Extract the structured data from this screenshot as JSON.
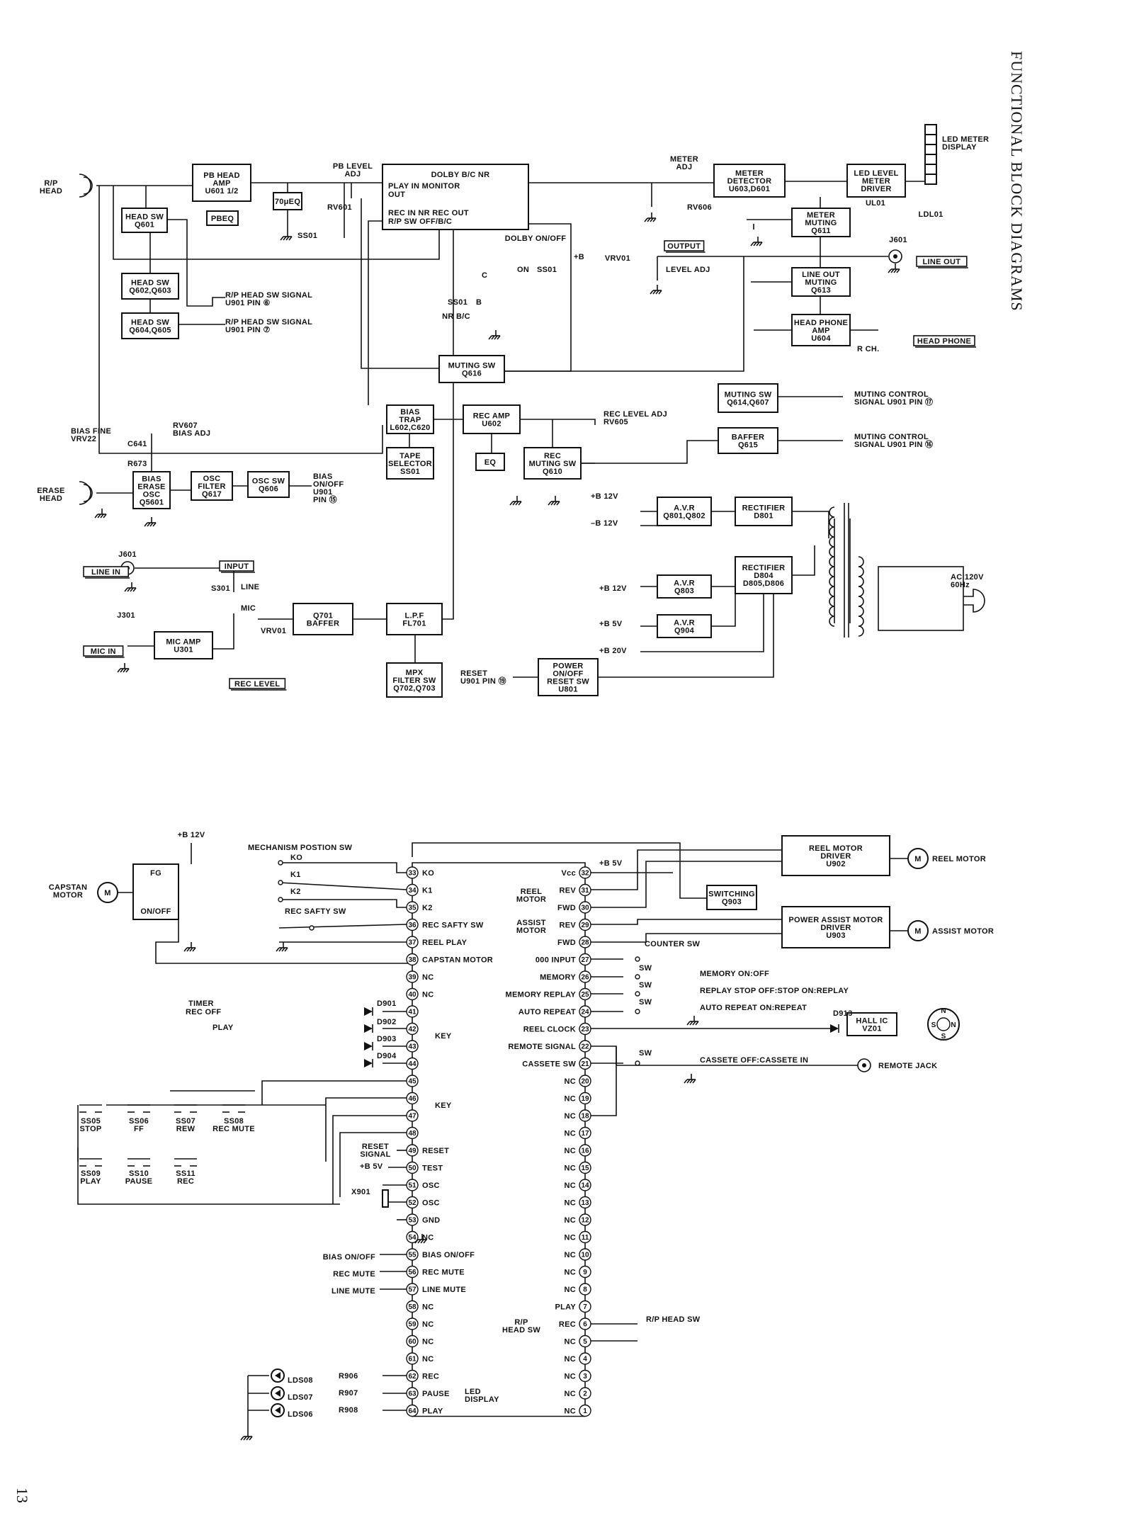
{
  "page": {
    "title": "FUNCTIONAL BLOCK DIAGRAMS",
    "page_number": "13"
  },
  "top": {
    "blocks": [
      {
        "id": "pbamp",
        "lines": [
          "PB HEAD",
          "AMP",
          "U601 1/2"
        ]
      },
      {
        "id": "pbeq",
        "lines": [
          "PBEQ"
        ]
      },
      {
        "id": "eq70",
        "lines": [
          "70μEQ"
        ]
      },
      {
        "id": "dolby",
        "lines": [
          "DOLBY   B/C NR",
          "PLAY IN          MONITOR",
          "                        OUT",
          "REC IN      NR      REC OUT",
          "R/P SW   OFF/B/C"
        ]
      },
      {
        "id": "headsw601",
        "lines": [
          "HEAD SW",
          "Q601"
        ]
      },
      {
        "id": "headsw602",
        "lines": [
          "HEAD SW",
          "Q602,Q603"
        ]
      },
      {
        "id": "headsw604",
        "lines": [
          "HEAD SW",
          "Q604,Q605"
        ]
      },
      {
        "id": "muting616",
        "lines": [
          "MUTING SW",
          "Q616"
        ]
      },
      {
        "id": "meterdet",
        "lines": [
          "METER",
          "DETECTOR",
          "U603,D601"
        ]
      },
      {
        "id": "ledlevel",
        "lines": [
          "LED LEVEL",
          "METER",
          "DRIVER"
        ]
      },
      {
        "id": "metermute",
        "lines": [
          "METER",
          "MUTING",
          "Q611"
        ]
      },
      {
        "id": "lineoutmute",
        "lines": [
          "LINE OUT",
          "MUTING",
          "Q613"
        ]
      },
      {
        "id": "hpamp",
        "lines": [
          "HEAD PHONE",
          "AMP",
          "U604"
        ]
      },
      {
        "id": "muting614",
        "lines": [
          "MUTING SW",
          "Q614,Q607"
        ]
      },
      {
        "id": "baffer615",
        "lines": [
          "BAFFER",
          "Q615"
        ]
      },
      {
        "id": "biastrap",
        "lines": [
          "BIAS",
          "TRAP",
          "L602,C620"
        ]
      },
      {
        "id": "recamp",
        "lines": [
          "REC AMP",
          "U602"
        ]
      },
      {
        "id": "tapesel",
        "lines": [
          "TAPE",
          "SELECTOR",
          "SS01"
        ]
      },
      {
        "id": "eq",
        "lines": [
          "EQ"
        ]
      },
      {
        "id": "recmute",
        "lines": [
          "REC",
          "MUTING SW",
          "Q610"
        ]
      },
      {
        "id": "biasosc",
        "lines": [
          "BIAS",
          "ERASE",
          "OSC",
          "Q5601"
        ]
      },
      {
        "id": "oscfilter",
        "lines": [
          "OSC",
          "FILTER",
          "Q617"
        ]
      },
      {
        "id": "oscsw",
        "lines": [
          "OSC SW",
          "Q606"
        ]
      },
      {
        "id": "avr801",
        "lines": [
          "A.V.R",
          "Q801,Q802"
        ]
      },
      {
        "id": "rect801",
        "lines": [
          "RECTIFIER",
          "D801"
        ]
      },
      {
        "id": "avr803",
        "lines": [
          "A.V.R",
          "Q803"
        ]
      },
      {
        "id": "rect804",
        "lines": [
          "RECTIFIER",
          "D804",
          "D805,D806"
        ]
      },
      {
        "id": "avr904",
        "lines": [
          "A.V.R",
          "Q904"
        ]
      },
      {
        "id": "power",
        "lines": [
          "POWER",
          "ON/OFF",
          "RESET SW",
          "U801"
        ]
      },
      {
        "id": "micamp",
        "lines": [
          "MIC AMP",
          "U301"
        ]
      },
      {
        "id": "baffer701",
        "lines": [
          "Q701",
          "BAFFER"
        ]
      },
      {
        "id": "lpf",
        "lines": [
          "L.P.F",
          "FL701"
        ]
      },
      {
        "id": "mpx",
        "lines": [
          "MPX",
          "FILTER SW",
          "Q702,Q703"
        ]
      }
    ],
    "labels": [
      {
        "id": "rphead",
        "lines": [
          "R/P",
          "HEAD"
        ]
      },
      {
        "id": "erasehead",
        "lines": [
          "ERASE",
          "HEAD"
        ]
      },
      {
        "id": "pblevel",
        "lines": [
          "PB LEVEL",
          "ADJ"
        ]
      },
      {
        "id": "rv601",
        "lines": [
          "RV601"
        ]
      },
      {
        "id": "ss01a",
        "lines": [
          "SS01"
        ]
      },
      {
        "id": "ledmeter",
        "lines": [
          "LED METER",
          "DISPLAY"
        ]
      },
      {
        "id": "meteradj",
        "lines": [
          "METER",
          "ADJ"
        ]
      },
      {
        "id": "rv606",
        "lines": [
          "RV606"
        ]
      },
      {
        "id": "ul01",
        "lines": [
          "UL01"
        ]
      },
      {
        "id": "ld01",
        "lines": [
          "LDL01"
        ]
      },
      {
        "id": "j601a",
        "lines": [
          "J601"
        ]
      },
      {
        "id": "vrv01",
        "lines": [
          "VRV01"
        ]
      },
      {
        "id": "leveladj",
        "lines": [
          "LEVEL ADJ"
        ]
      },
      {
        "id": "dolbyonoff",
        "lines": [
          "DOLBY ON/OFF"
        ]
      },
      {
        "id": "plusb",
        "lines": [
          "+B"
        ]
      },
      {
        "id": "on",
        "lines": [
          "ON"
        ]
      },
      {
        "id": "ss01b",
        "lines": [
          "SS01"
        ]
      },
      {
        "id": "ss01c",
        "lines": [
          "SS01"
        ]
      },
      {
        "id": "nrbc",
        "lines": [
          "NR B/C"
        ]
      },
      {
        "id": "cc",
        "lines": [
          "C"
        ]
      },
      {
        "id": "bb",
        "lines": [
          "B"
        ]
      },
      {
        "id": "rphsw1",
        "lines": [
          "R/P HEAD SW SIGNAL",
          "U901 PIN ⑥"
        ]
      },
      {
        "id": "rphsw2",
        "lines": [
          "R/P HEAD SW SIGNAL",
          "U901 PIN ⑦"
        ]
      },
      {
        "id": "rch",
        "lines": [
          "R CH."
        ]
      },
      {
        "id": "mutctl57",
        "lines": [
          "MUTING CONTROL",
          "SIGNAL U901 PIN ⑰"
        ]
      },
      {
        "id": "mutctl56",
        "lines": [
          "MUTING CONTROL",
          "SIGNAL U901 PIN ⑯"
        ]
      },
      {
        "id": "reclevadj",
        "lines": [
          "REC LEVEL ADJ",
          "RV605"
        ]
      },
      {
        "id": "biasfine",
        "lines": [
          "BIAS FINE",
          "VRV22"
        ]
      },
      {
        "id": "rv607",
        "lines": [
          "RV607",
          "BIAS ADJ"
        ]
      },
      {
        "id": "c641",
        "lines": [
          "C641"
        ]
      },
      {
        "id": "r673",
        "lines": [
          "R673"
        ]
      },
      {
        "id": "biasonoff",
        "lines": [
          "BIAS",
          "ON/OFF",
          "U901",
          "PIN ⑮"
        ]
      },
      {
        "id": "b12p",
        "lines": [
          "+B  12V"
        ]
      },
      {
        "id": "b12m",
        "lines": [
          "–B   12V"
        ]
      },
      {
        "id": "b12v2",
        "lines": [
          "+B 12V"
        ]
      },
      {
        "id": "b5v",
        "lines": [
          "+B  5V"
        ]
      },
      {
        "id": "b20v",
        "lines": [
          "+B 20V"
        ]
      },
      {
        "id": "ac",
        "lines": [
          "AC 120V",
          "60Hz"
        ]
      },
      {
        "id": "reset",
        "lines": [
          "RESET",
          "U901 PIN ⑲"
        ]
      },
      {
        "id": "j601b",
        "lines": [
          "J601"
        ]
      },
      {
        "id": "s301",
        "lines": [
          "S301"
        ]
      },
      {
        "id": "line",
        "lines": [
          "LINE"
        ]
      },
      {
        "id": "mic",
        "lines": [
          "MIC"
        ]
      },
      {
        "id": "vrv01b",
        "lines": [
          "VRV01"
        ]
      },
      {
        "id": "j301",
        "lines": [
          "J301"
        ]
      }
    ],
    "boxed_labels": [
      {
        "id": "output",
        "text": "OUTPUT"
      },
      {
        "id": "lineout",
        "text": "LINE OUT"
      },
      {
        "id": "headphone",
        "text": "HEAD PHONE"
      },
      {
        "id": "linein",
        "text": "LINE IN"
      },
      {
        "id": "input",
        "text": "INPUT"
      },
      {
        "id": "micin",
        "text": "MIC IN"
      },
      {
        "id": "reclevel",
        "text": "REC LEVEL"
      }
    ]
  },
  "bottom": {
    "left_pins": [
      {
        "n": "33",
        "name": "KO"
      },
      {
        "n": "34",
        "name": "K1"
      },
      {
        "n": "35",
        "name": "K2"
      },
      {
        "n": "36",
        "name": "REC SAFTY SW"
      },
      {
        "n": "37",
        "name": "REEL PLAY"
      },
      {
        "n": "38",
        "name": "CAPSTAN MOTOR"
      },
      {
        "n": "39",
        "name": "NC"
      },
      {
        "n": "40",
        "name": "NC"
      },
      {
        "n": "41",
        "name": ""
      },
      {
        "n": "42",
        "name": ""
      },
      {
        "n": "43",
        "name": ""
      },
      {
        "n": "44",
        "name": ""
      },
      {
        "n": "45",
        "name": ""
      },
      {
        "n": "46",
        "name": ""
      },
      {
        "n": "47",
        "name": ""
      },
      {
        "n": "48",
        "name": ""
      },
      {
        "n": "49",
        "name": "RESET"
      },
      {
        "n": "50",
        "name": "TEST"
      },
      {
        "n": "51",
        "name": "OSC"
      },
      {
        "n": "52",
        "name": "OSC"
      },
      {
        "n": "53",
        "name": "GND"
      },
      {
        "n": "54",
        "name": "NC"
      },
      {
        "n": "55",
        "name": "BIAS ON/OFF"
      },
      {
        "n": "56",
        "name": "REC MUTE"
      },
      {
        "n": "57",
        "name": "LINE MUTE"
      },
      {
        "n": "58",
        "name": "NC"
      },
      {
        "n": "59",
        "name": "NC"
      },
      {
        "n": "60",
        "name": "NC"
      },
      {
        "n": "61",
        "name": "NC"
      },
      {
        "n": "62",
        "name": "REC"
      },
      {
        "n": "63",
        "name": "PAUSE"
      },
      {
        "n": "64",
        "name": "PLAY"
      }
    ],
    "right_pins": [
      {
        "n": "32",
        "name": "Vcc"
      },
      {
        "n": "31",
        "name": "REV"
      },
      {
        "n": "30",
        "name": "FWD"
      },
      {
        "n": "29",
        "name": "REV"
      },
      {
        "n": "28",
        "name": "FWD"
      },
      {
        "n": "27",
        "name": "000 INPUT"
      },
      {
        "n": "26",
        "name": "MEMORY"
      },
      {
        "n": "25",
        "name": "MEMORY REPLAY"
      },
      {
        "n": "24",
        "name": "AUTO REPEAT"
      },
      {
        "n": "23",
        "name": "REEL CLOCK"
      },
      {
        "n": "22",
        "name": "REMOTE SIGNAL"
      },
      {
        "n": "21",
        "name": "CASSETE SW"
      },
      {
        "n": "20",
        "name": "NC"
      },
      {
        "n": "19",
        "name": "NC"
      },
      {
        "n": "18",
        "name": "NC"
      },
      {
        "n": "17",
        "name": "NC"
      },
      {
        "n": "16",
        "name": "NC"
      },
      {
        "n": "15",
        "name": "NC"
      },
      {
        "n": "14",
        "name": "NC"
      },
      {
        "n": "13",
        "name": "NC"
      },
      {
        "n": "12",
        "name": "NC"
      },
      {
        "n": "11",
        "name": "NC"
      },
      {
        "n": "10",
        "name": "NC"
      },
      {
        "n": "9",
        "name": "NC"
      },
      {
        "n": "8",
        "name": "NC"
      },
      {
        "n": "7",
        "name": "PLAY"
      },
      {
        "n": "6",
        "name": "REC"
      },
      {
        "n": "5",
        "name": "NC"
      },
      {
        "n": "4",
        "name": "NC"
      },
      {
        "n": "3",
        "name": "NC"
      },
      {
        "n": "2",
        "name": "NC"
      },
      {
        "n": "1",
        "name": "NC"
      }
    ],
    "blocks": [
      {
        "id": "fg",
        "lines": [
          "FG",
          "",
          "",
          "ON/OFF"
        ]
      },
      {
        "id": "reeldrv",
        "lines": [
          "REEL MOTOR",
          "DRIVER",
          "U902"
        ]
      },
      {
        "id": "switching",
        "lines": [
          "SWITCHING",
          "Q903"
        ]
      },
      {
        "id": "assistdrv",
        "lines": [
          "POWER ASSIST MOTOR",
          "DRIVER",
          "U903"
        ]
      },
      {
        "id": "hallic",
        "lines": [
          "HALL IC",
          "VZ01"
        ]
      }
    ],
    "labels": [
      {
        "id": "capstan",
        "lines": [
          "CAPSTAN",
          "MOTOR"
        ]
      },
      {
        "id": "b12v",
        "lines": [
          "+B 12V"
        ]
      },
      {
        "id": "mechsw",
        "lines": [
          "MECHANISM POSTION SW"
        ]
      },
      {
        "id": "ko",
        "lines": [
          "KO"
        ]
      },
      {
        "id": "k1",
        "lines": [
          "K1"
        ]
      },
      {
        "id": "k2",
        "lines": [
          "K2"
        ]
      },
      {
        "id": "recsafty",
        "lines": [
          "REC SAFTY SW"
        ]
      },
      {
        "id": "b5v",
        "lines": [
          "+B 5V"
        ]
      },
      {
        "id": "reelmotor",
        "lines": [
          "REEL",
          "MOTOR"
        ]
      },
      {
        "id": "assistmotor",
        "lines": [
          "ASSIST",
          "MOTOR"
        ]
      },
      {
        "id": "reelmotorlbl",
        "lines": [
          "REEL MOTOR"
        ]
      },
      {
        "id": "assistmotorlbl",
        "lines": [
          "ASSIST MOTOR"
        ]
      },
      {
        "id": "countersw",
        "lines": [
          "COUNTER SW"
        ]
      },
      {
        "id": "memory",
        "lines": [
          "MEMORY       ON:OFF"
        ]
      },
      {
        "id": "replaystop",
        "lines": [
          "REPLAY STOP  OFF:STOP  ON:REPLAY"
        ]
      },
      {
        "id": "autorepeat",
        "lines": [
          "AUTO REPEAT  ON:REPEAT"
        ]
      },
      {
        "id": "sw1",
        "lines": [
          "SW"
        ]
      },
      {
        "id": "sw2",
        "lines": [
          "SW"
        ]
      },
      {
        "id": "sw3",
        "lines": [
          "SW"
        ]
      },
      {
        "id": "sw4",
        "lines": [
          "SW"
        ]
      },
      {
        "id": "d913",
        "lines": [
          "D913"
        ]
      },
      {
        "id": "cassete",
        "lines": [
          "CASSETE  OFF:CASSETE IN"
        ]
      },
      {
        "id": "remotejack",
        "lines": [
          "REMOTE JACK"
        ]
      },
      {
        "id": "timer",
        "lines": [
          "TIMER"
        ]
      },
      {
        "id": "recoff",
        "lines": [
          "REC OFF"
        ]
      },
      {
        "id": "play",
        "lines": [
          "PLAY"
        ]
      },
      {
        "id": "d901",
        "lines": [
          "D901"
        ]
      },
      {
        "id": "d902",
        "lines": [
          "D902"
        ]
      },
      {
        "id": "d903",
        "lines": [
          "D903"
        ]
      },
      {
        "id": "d904",
        "lines": [
          "D904"
        ]
      },
      {
        "id": "key1",
        "lines": [
          "KEY"
        ]
      },
      {
        "id": "key2",
        "lines": [
          "KEY"
        ]
      },
      {
        "id": "ss05",
        "lines": [
          "SS05",
          "STOP"
        ]
      },
      {
        "id": "ss06",
        "lines": [
          "SS06",
          "FF"
        ]
      },
      {
        "id": "ss07",
        "lines": [
          "SS07",
          "REW"
        ]
      },
      {
        "id": "ss08",
        "lines": [
          "SS08",
          "REC MUTE"
        ]
      },
      {
        "id": "ss09",
        "lines": [
          "SS09",
          "PLAY"
        ]
      },
      {
        "id": "ss10",
        "lines": [
          "SS10",
          "PAUSE"
        ]
      },
      {
        "id": "ss11",
        "lines": [
          "SS11",
          "REC"
        ]
      },
      {
        "id": "resetsig",
        "lines": [
          "RESET",
          "SIGNAL"
        ]
      },
      {
        "id": "b5v2",
        "lines": [
          "+B 5V"
        ]
      },
      {
        "id": "x901",
        "lines": [
          "X901"
        ]
      },
      {
        "id": "biasout",
        "lines": [
          "BIAS ON/OFF"
        ]
      },
      {
        "id": "recmuteout",
        "lines": [
          "REC MUTE"
        ]
      },
      {
        "id": "linemuteout",
        "lines": [
          "LINE MUTE"
        ]
      },
      {
        "id": "rphsw",
        "lines": [
          "R/P",
          "HEAD SW"
        ]
      },
      {
        "id": "rphswout",
        "lines": [
          "R/P HEAD SW"
        ]
      },
      {
        "id": "lds08",
        "lines": [
          "LDS08"
        ]
      },
      {
        "id": "lds07",
        "lines": [
          "LDS07"
        ]
      },
      {
        "id": "lds06",
        "lines": [
          "LDS06"
        ]
      },
      {
        "id": "r906",
        "lines": [
          "R906"
        ]
      },
      {
        "id": "r907",
        "lines": [
          "R907"
        ]
      },
      {
        "id": "r908",
        "lines": [
          "R908"
        ]
      },
      {
        "id": "leddisplay",
        "lines": [
          "LED",
          "DISPLAY"
        ]
      }
    ]
  }
}
